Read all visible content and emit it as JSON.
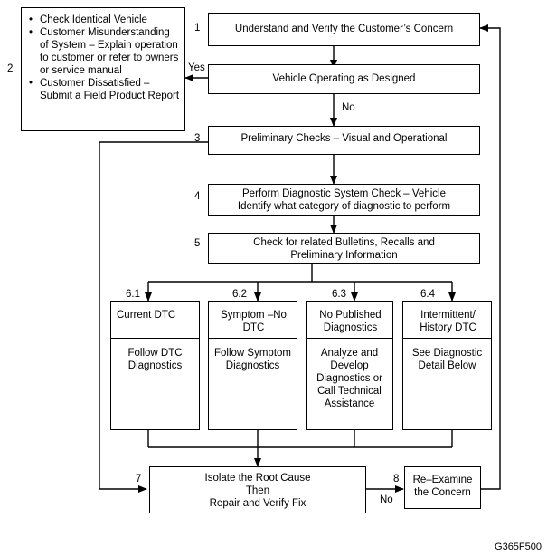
{
  "side_note": {
    "bullets": [
      "Check Identical Vehicle",
      "Customer Misunderstanding of System – Explain operation to customer or refer to owners or service manual",
      "Customer Dissatisfied – Submit a Field Product Report"
    ]
  },
  "steps": {
    "s1": {
      "num": "1",
      "text": "Understand and Verify the Customer’s Concern"
    },
    "s2": {
      "num": "2"
    },
    "vehicle": {
      "text": "Vehicle Operating as Designed"
    },
    "s3": {
      "num": "3",
      "text": "Preliminary Checks – Visual and Operational"
    },
    "s4": {
      "num": "4",
      "line1": "Perform Diagnostic System Check – Vehicle",
      "line2": "Identify what category of diagnostic to perform"
    },
    "s5": {
      "num": "5",
      "line1": "Check for related Bulletins, Recalls and",
      "line2": "Preliminary Information"
    },
    "s7": {
      "num": "7",
      "line1": "Isolate the Root Cause",
      "line2": "Then",
      "line3": "Repair and Verify Fix"
    },
    "s8": {
      "num": "8",
      "line1": "Re–Examine",
      "line2": "the Concern"
    }
  },
  "branches": [
    {
      "num": "6.1",
      "top": "Current DTC",
      "bottom": "Follow DTC Diagnostics"
    },
    {
      "num": "6.2",
      "top": "Symptom –No DTC",
      "bottom": "Follow Symptom Diagnostics"
    },
    {
      "num": "6.3",
      "top": "No Published Diagnostics",
      "bottom": "Analyze and Develop Diagnostics or Call Technical Assistance"
    },
    {
      "num": "6.4",
      "top": "Intermittent/ History DTC",
      "bottom": "See Diagnostic Detail Below"
    }
  ],
  "labels": {
    "yes": "Yes",
    "no_vehicle": "No",
    "no_repair": "No"
  },
  "figure_code": "G365F500"
}
